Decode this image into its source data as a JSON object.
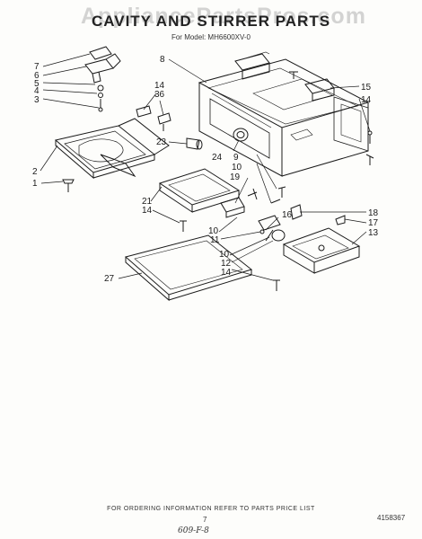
{
  "header": {
    "title": "CAVITY AND STIRRER PARTS",
    "model": "For Model: MH6600XV-0",
    "watermark": "AppliancePartsPros.com"
  },
  "footer": {
    "ordering_note": "FOR ORDERING INFORMATION REFER TO PARTS PRICE LIST",
    "page_number": "7",
    "catalog_number": "4158367",
    "handwritten_note": "609-F-8"
  },
  "callouts": [
    "7",
    "6",
    "5",
    "4",
    "3",
    "2",
    "1",
    "14",
    "36",
    "23",
    "8",
    "24",
    "9",
    "10",
    "19",
    "21",
    "14",
    "10",
    "11",
    "10",
    "12",
    "14",
    "16",
    "18",
    "17",
    "13",
    "15",
    "14",
    "27"
  ],
  "colors": {
    "ink": "#1a1a1a",
    "paper": "#fdfdfb",
    "watermark": "#a0a0a0"
  }
}
